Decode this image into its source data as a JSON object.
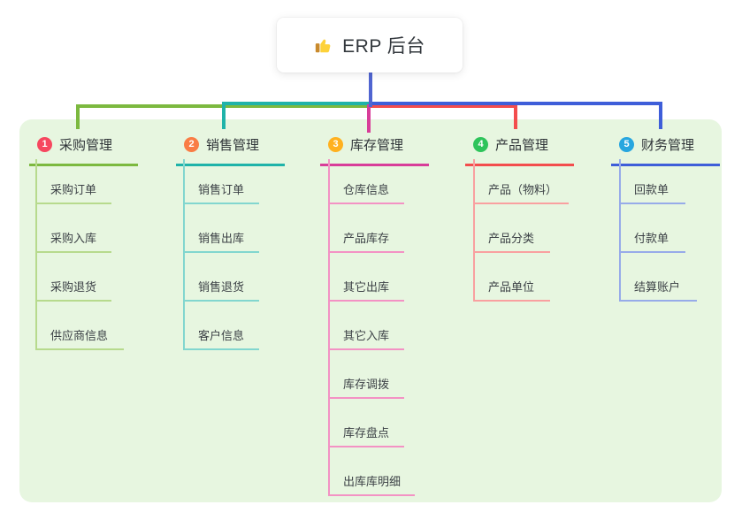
{
  "root": {
    "title": "ERP 后台",
    "icon": "thumbs-up-icon",
    "stem_color": "#5065d1"
  },
  "panel": {
    "bg": "#e7f6e0"
  },
  "branches": [
    {
      "index": "1",
      "label": "采购管理",
      "badge_color": "#f6475f",
      "color": "#7cb93f",
      "light_color": "#b7da8d",
      "children": [
        "采购订单",
        "采购入库",
        "采购退货",
        "供应商信息"
      ]
    },
    {
      "index": "2",
      "label": "销售管理",
      "badge_color": "#f97d45",
      "color": "#1fb3a9",
      "light_color": "#82d6cf",
      "children": [
        "销售订单",
        "销售出库",
        "销售退货",
        "客户信息"
      ]
    },
    {
      "index": "3",
      "label": "库存管理",
      "badge_color": "#ffb11f",
      "color": "#d83d99",
      "light_color": "#f392c4",
      "children": [
        "仓库信息",
        "产品库存",
        "其它出库",
        "其它入库",
        "库存调拨",
        "库存盘点",
        "出库库明细"
      ]
    },
    {
      "index": "4",
      "label": "产品管理",
      "badge_color": "#2ec45b",
      "color": "#f34d4d",
      "light_color": "#f9a0a0",
      "children": [
        "产品（物料）",
        "产品分类",
        "产品单位"
      ]
    },
    {
      "index": "5",
      "label": "财务管理",
      "badge_color": "#27a6df",
      "color": "#3e5ed9",
      "light_color": "#97abe9",
      "children": [
        "回款单",
        "付款单",
        "结算账户"
      ]
    }
  ]
}
